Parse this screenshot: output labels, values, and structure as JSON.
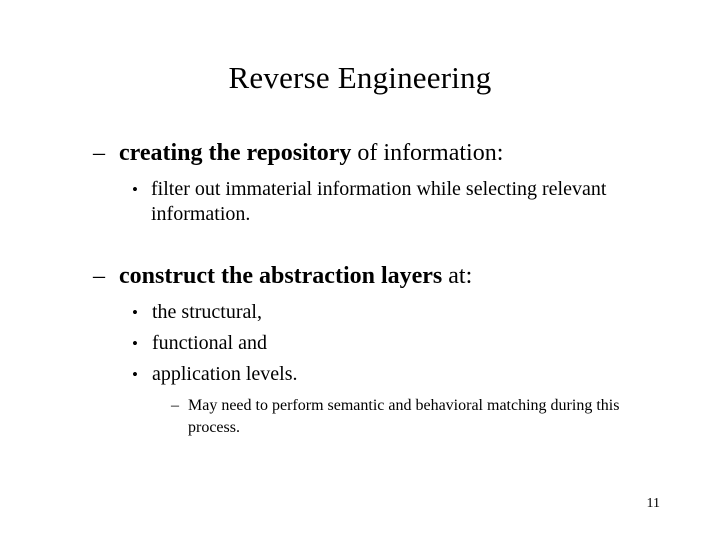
{
  "slide": {
    "title": "Reverse Engineering",
    "page_number": "11",
    "background_color": "#ffffff",
    "text_color": "#000000",
    "bullets": {
      "level1_marker": "–",
      "level2_marker": "•",
      "level3_marker": "–"
    },
    "content": [
      {
        "level": 1,
        "marker": "–",
        "bold_text": "creating the repository",
        "plain_text": " of information:"
      },
      {
        "level": 2,
        "marker": "•",
        "text": "filter out immaterial information while selecting relevant information."
      },
      {
        "level": 1,
        "marker": "–",
        "bold_text": "construct the abstraction layers",
        "plain_text": " at:"
      },
      {
        "level": 2,
        "marker": "•",
        "text": "the structural,"
      },
      {
        "level": 2,
        "marker": "•",
        "text": "functional and"
      },
      {
        "level": 2,
        "marker": "•",
        "text": "application levels."
      },
      {
        "level": 3,
        "marker": "–",
        "text": "May need to perform semantic and behavioral matching during this process."
      }
    ]
  }
}
